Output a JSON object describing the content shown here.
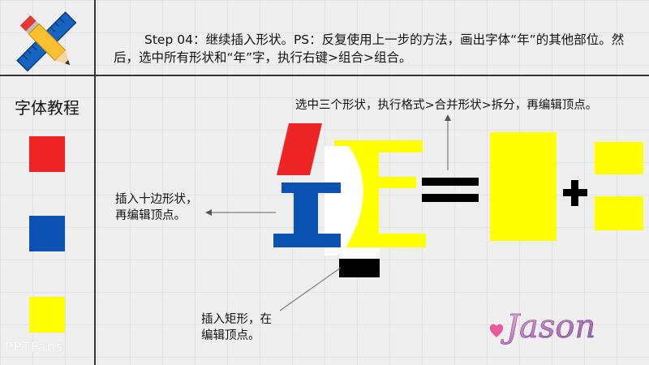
{
  "step_text": "Step 04：继续插入形状。PS：反复使用上一步的方法，画出字体“年”的其他部位。然后，选中所有形状和“年”字，执行右键>组合>组合。",
  "sidebar": {
    "title": "字体教程",
    "swatches": [
      {
        "name": "red",
        "color": "#ee2424"
      },
      {
        "name": "blue",
        "color": "#0b52b3"
      },
      {
        "name": "yellow",
        "color": "#ffff00"
      }
    ]
  },
  "annotations": {
    "top": "选中三个形状，执行格式>合并形状>拆分，再编辑顶点。",
    "left_line1": "插入十边形状，",
    "left_line2": "再编辑顶点。",
    "bottom_line1": "插入矩形，在",
    "bottom_line2": "编辑顶点。"
  },
  "colors": {
    "red": "#ee2424",
    "blue": "#0b52b3",
    "yellow": "#ffff00",
    "black": "#000000"
  },
  "icons": {
    "logo": "pencil-ruler-cross-icon"
  },
  "watermark": "PPTFans",
  "signature": "Jason"
}
